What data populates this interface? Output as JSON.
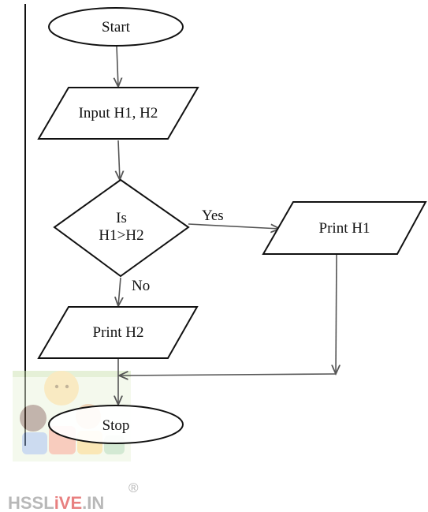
{
  "flowchart": {
    "start": "Start",
    "input": "Input H1, H2",
    "decision_line1": "Is",
    "decision_line2": "H1>H2",
    "yes_label": "Yes",
    "no_label": "No",
    "print_h1": "Print H1",
    "print_h2": "Print H2",
    "stop": "Stop"
  },
  "watermark": {
    "brand_part1": "HSSL",
    "brand_part2": "iVE",
    "brand_part3": ".IN",
    "registered": "®"
  },
  "colors": {
    "line": "#111111",
    "arrow": "#555555",
    "watermark_gray": "#b8b8b8",
    "watermark_red": "#e88080"
  }
}
